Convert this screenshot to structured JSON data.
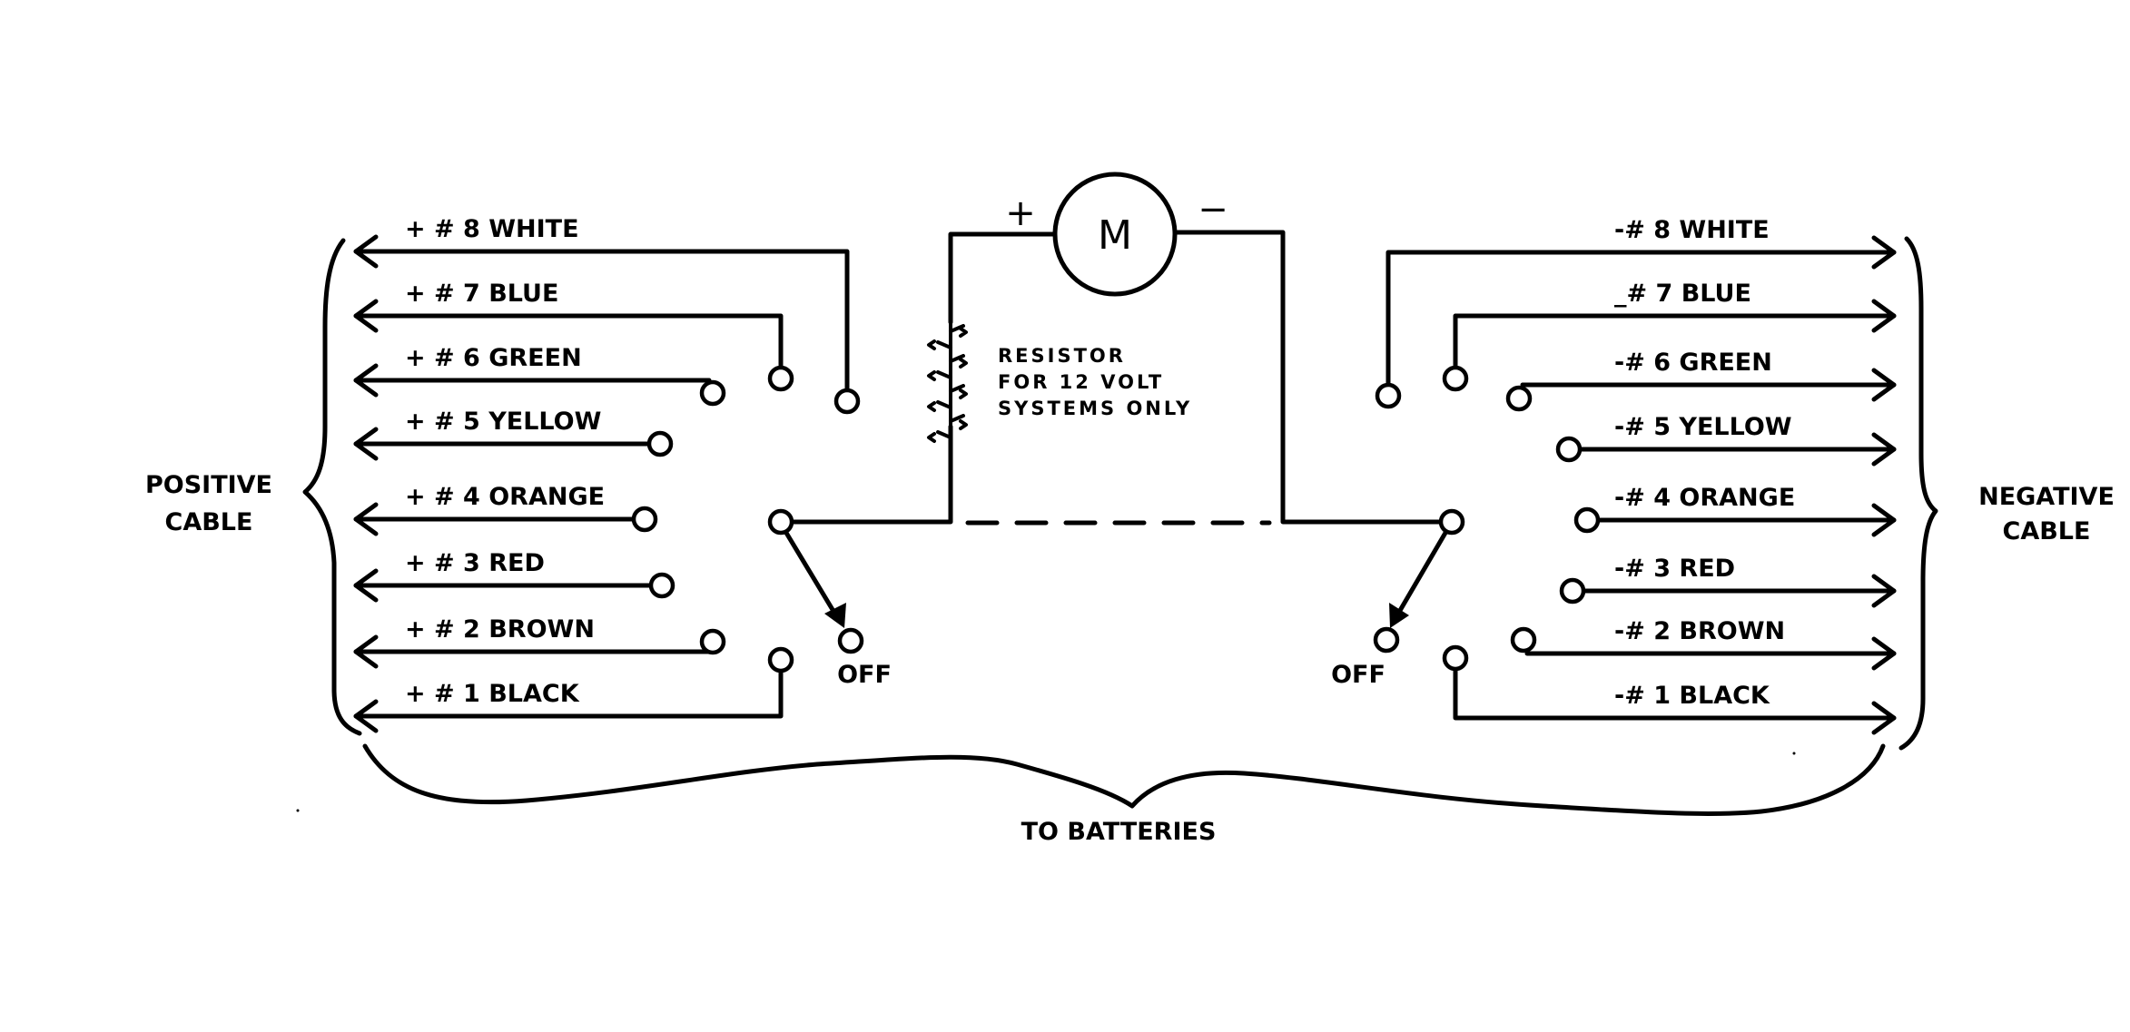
{
  "title": "Motor wiring diagram: positive and negative cable selector switches",
  "motor": {
    "label": "M",
    "plus_sign": "+",
    "minus_sign": "−"
  },
  "resistor_note": [
    "RESISTOR",
    "FOR 12 VOLT",
    "SYSTEMS ONLY"
  ],
  "positive_cable": {
    "label_lines": [
      "POSITIVE",
      "CABLE"
    ],
    "wires": [
      {
        "number": 8,
        "label": "+ # 8  WHITE"
      },
      {
        "number": 7,
        "label": "+ # 7  BLUE"
      },
      {
        "number": 6,
        "label": "+ # 6  GREEN"
      },
      {
        "number": 5,
        "label": "+ # 5  YELLOW"
      },
      {
        "number": 4,
        "label": "+ # 4  ORANGE"
      },
      {
        "number": 3,
        "label": "+ # 3  RED"
      },
      {
        "number": 2,
        "label": "+ # 2  BROWN"
      },
      {
        "number": 1,
        "label": "+ # 1  BLACK"
      }
    ],
    "off_label": "OFF"
  },
  "negative_cable": {
    "label_lines": [
      "NEGATIVE",
      "CABLE"
    ],
    "wires": [
      {
        "number": 8,
        "label": "-# 8 WHITE"
      },
      {
        "number": 7,
        "label": "_# 7  BLUE"
      },
      {
        "number": 6,
        "label": "-# 6  GREEN"
      },
      {
        "number": 5,
        "label": "-# 5  YELLOW"
      },
      {
        "number": 4,
        "label": "-# 4  ORANGE"
      },
      {
        "number": 3,
        "label": "-# 3  RED"
      },
      {
        "number": 2,
        "label": "-# 2  BROWN"
      },
      {
        "number": 1,
        "label": "-# 1  BLACK"
      }
    ],
    "off_label": "OFF"
  },
  "bottom_label": "TO BATTERIES"
}
